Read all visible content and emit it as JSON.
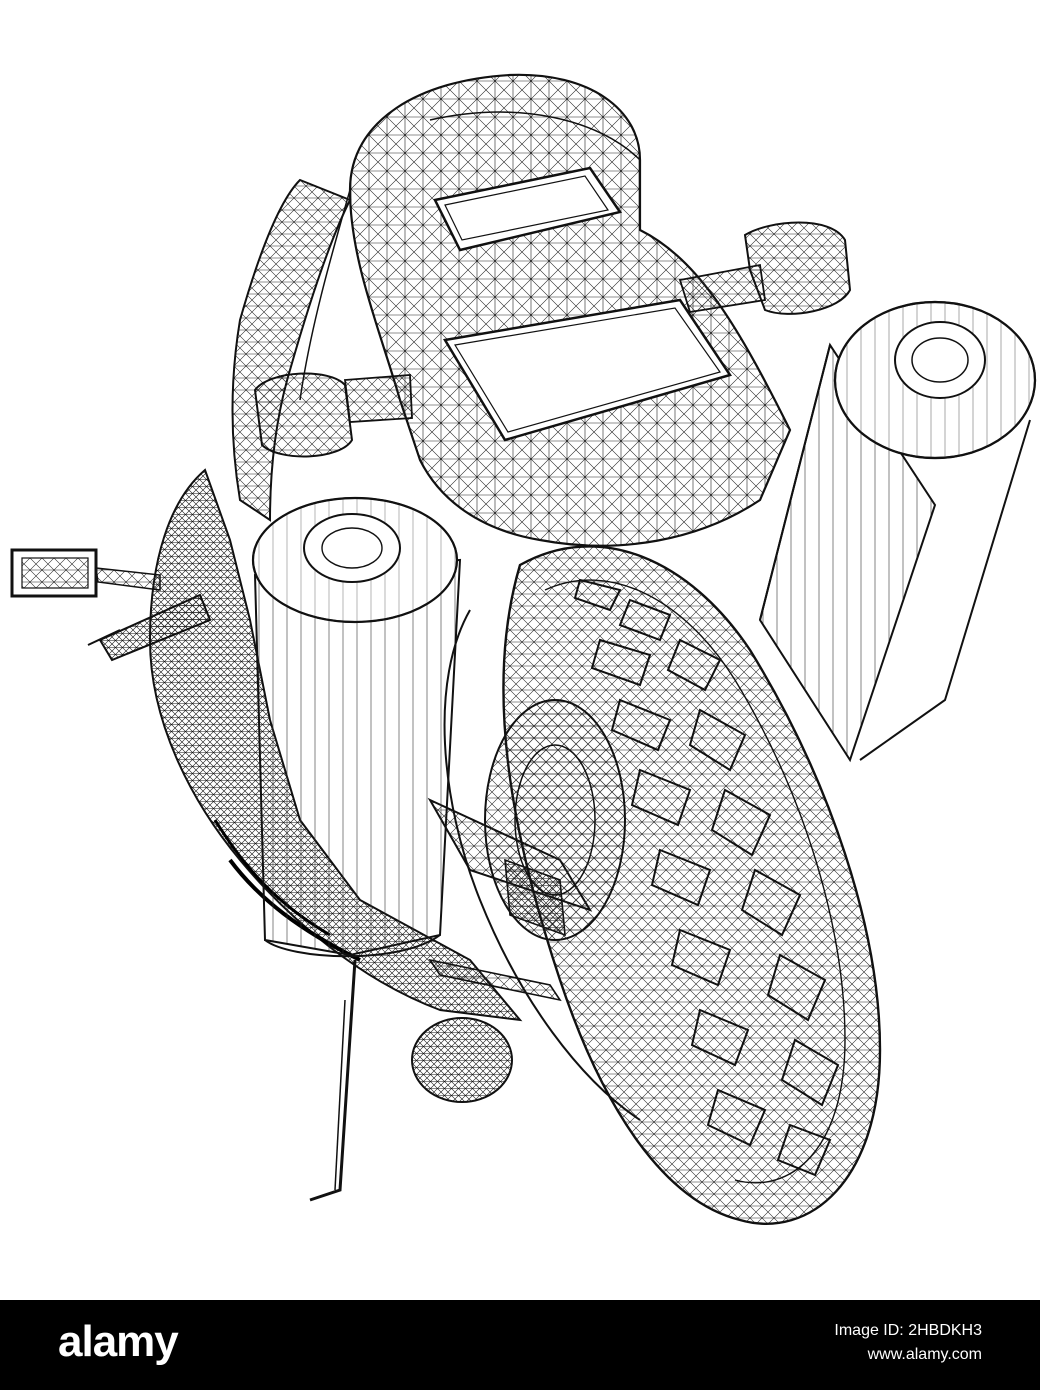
{
  "footer": {
    "brand": "alamy",
    "image_id": "Image ID: 2HBDKH3",
    "url": "www.alamy.com"
  },
  "illustration": {
    "style": "wireframe",
    "line_color": "#111111",
    "background_color": "#ffffff"
  },
  "colors": {
    "footer_background": "#000000",
    "footer_text": "#ffffff"
  }
}
